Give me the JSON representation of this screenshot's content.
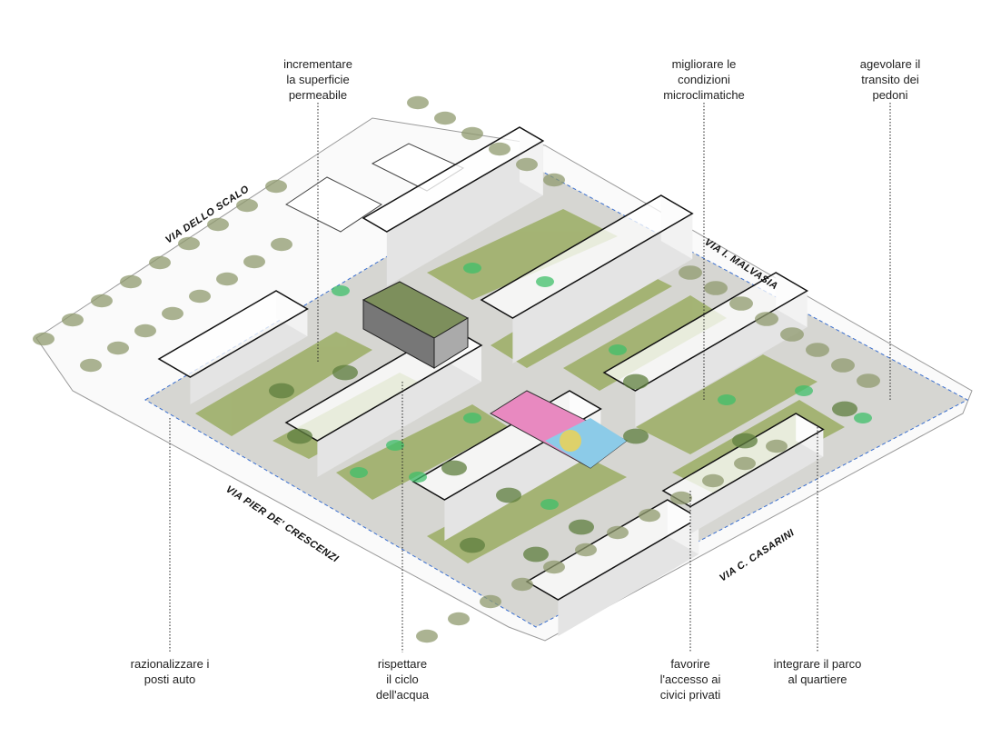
{
  "annotations": {
    "top": [
      {
        "id": "permeabile",
        "text": "incrementare\nla superficie\npermeabile"
      },
      {
        "id": "microclima",
        "text": "migliorare le\ncondizioni\nmicroclimatiche"
      },
      {
        "id": "pedoni",
        "text": "agevolare il\ntransito dei\npedoni"
      }
    ],
    "bottom": [
      {
        "id": "posti-auto",
        "text": "razionalizzare i\nposti auto"
      },
      {
        "id": "acqua",
        "text": "rispettare\nil ciclo\ndell'acqua"
      },
      {
        "id": "civici",
        "text": "favorire\nl'accesso ai\ncivici privati"
      },
      {
        "id": "parco",
        "text": "integrare il parco\nal quartiere"
      }
    ]
  },
  "streets": {
    "scalo": "VIA DELLO SCALO",
    "malvasia": "VIA I. MALVASIA",
    "crescenzi": "VIA PIER DE' CRESCENZI",
    "casarini": "VIA C. CASARINI"
  },
  "colors": {
    "grass": "#9fb06a",
    "tree": "#8f9a6e",
    "tree_new": "#3fbf6a",
    "court_pink": "#e889c0",
    "court_blue": "#8ccbe8",
    "boundary": "#3a6fd0"
  }
}
